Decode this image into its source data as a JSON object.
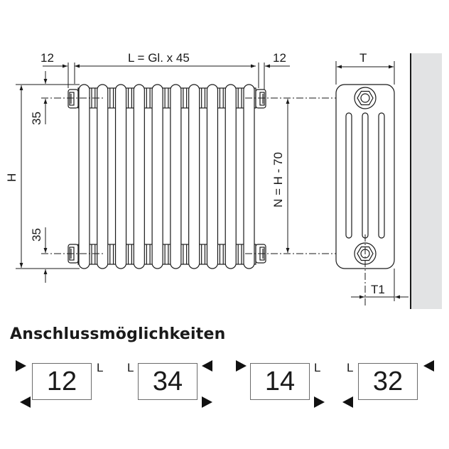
{
  "drawing": {
    "front_view": {
      "width_label": "L = Gl. x 45",
      "left_offset_label": "12",
      "right_offset_label": "12",
      "height_label": "H",
      "top_connection_label": "35",
      "bottom_connection_label": "35",
      "connection_distance_label": "N = H - 70",
      "column_count": 10
    },
    "side_view": {
      "depth_label": "T",
      "wall_distance_label": "T1",
      "tube_count": 3
    },
    "colors": {
      "line": "#1a1a1a",
      "wall": "#e2e3e4"
    }
  },
  "connections": {
    "heading": "Anschlussmöglichkeiten",
    "options": [
      {
        "code": "12",
        "l_side": "right"
      },
      {
        "code": "34",
        "l_side": "left"
      },
      {
        "code": "14",
        "l_side": "right"
      },
      {
        "code": "32",
        "l_side": "left"
      }
    ],
    "l_marker": "L"
  }
}
